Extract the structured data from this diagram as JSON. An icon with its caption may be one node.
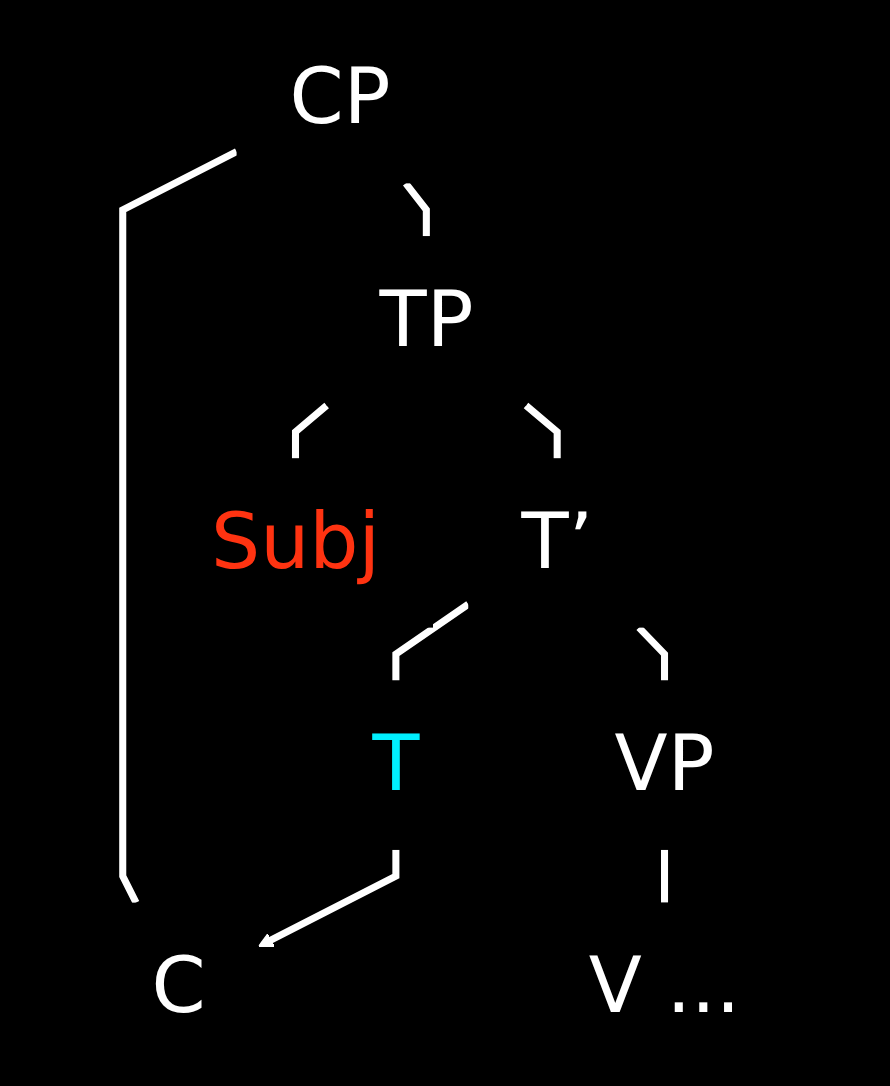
{
  "diagram": {
    "nodes": [
      {
        "text": [
          "CP"
        ]
      },
      {
        "text": [
          "C"
        ]
      },
      {
        "text": [
          "TP"
        ]
      },
      {
        "text": [
          "Subj"
        ]
      },
      {
        "text": [
          "T’"
        ]
      },
      {
        "text": [
          "T"
        ]
      },
      {
        "text": [
          "VP"
        ]
      },
      {
        "text": [
          "V ..."
        ]
      }
    ],
    "edges": [
      {
        "from": 0,
        "to": 1,
        "arrow": "none"
      },
      {
        "from": 0,
        "to": 2,
        "arrow": "none"
      },
      {
        "from": 2,
        "to": 3,
        "arrow": "none"
      },
      {
        "from": 2,
        "to": 4,
        "arrow": "none"
      },
      {
        "from": 4,
        "to": 5,
        "arrow": "none"
      },
      {
        "from": 4,
        "to": 6,
        "arrow": "none"
      },
      {
        "from": 6,
        "to": 7,
        "arrow": "none"
      },
      {
        "from": 5,
        "to": 1,
        "arrow": "to"
      }
    ]
  }
}
